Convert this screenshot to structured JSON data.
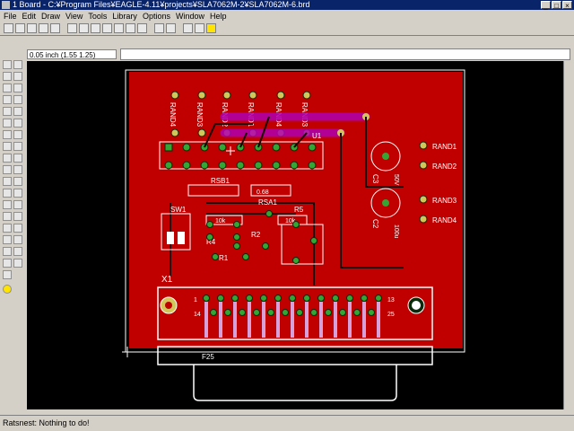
{
  "window": {
    "title": "1 Board - C:¥Program Files¥EAGLE-4.11¥projects¥SLA7062M-2¥SLA7062M-6.brd"
  },
  "menu": [
    "File",
    "Edit",
    "Draw",
    "View",
    "Tools",
    "Library",
    "Options",
    "Window",
    "Help"
  ],
  "coord": {
    "value": "0.05 inch (1.55 1.25)"
  },
  "status": {
    "text": "Ratsnest: Nothing to do!"
  },
  "board": {
    "labels": {
      "rsb1": "RSB1",
      "rsa1": "RSA1",
      "sw1": "SW1",
      "r5": "R5",
      "r2": "R2",
      "r4": "R4",
      "r1": "R1",
      "r10k_a": "10k",
      "r10k_b": "10k",
      "r68": "0.68",
      "x1": "X1",
      "c3": "C3",
      "c2": "C2",
      "cap": "100u",
      "v": "50V",
      "u1": "U1",
      "f25": "F25",
      "pin1": "1",
      "pin13": "13",
      "pin14": "14",
      "pin25": "25",
      "rand1": "RAND1",
      "rand2": "RAND2",
      "rand3": "RAND3",
      "rand4": "RAND4",
      "rand1_r": "RAND1",
      "rand2_r": "RAND2",
      "rand3_r": "RAND3",
      "rand4_r": "RAND4"
    }
  },
  "colors": {
    "board": "#c00000",
    "pad": "#33a633",
    "via": "#d2c65a",
    "silk": "#ffffff",
    "route": "#b000b0"
  }
}
